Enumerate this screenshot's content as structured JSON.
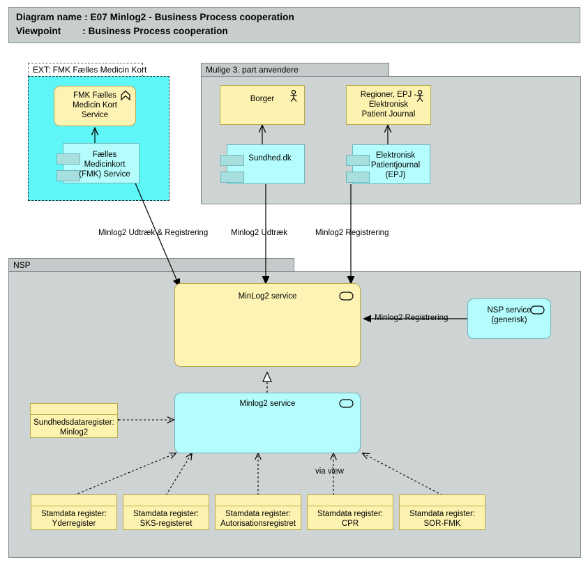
{
  "header": {
    "line1": "Diagram name : E07 Minlog2 - Business Process cooperation",
    "line2": "Viewpoint        : Business Process cooperation"
  },
  "groups": [
    {
      "id": "fmk",
      "label": "EXT: FMK Fælles Medicin Kort"
    },
    {
      "id": "third",
      "label": "Mulige 3. part anvendere"
    },
    {
      "id": "nsp",
      "label": "NSP"
    }
  ],
  "nodes": {
    "fmk_service": {
      "label": "FMK Fælles\nMedicin Kort\nService",
      "icon": "business-function-icon"
    },
    "fmk_component": {
      "label": "Fælles\nMedicinkort\n(FMK) Service",
      "icon": "component-icon"
    },
    "borger": {
      "label": "Borger",
      "icon": "actor-icon"
    },
    "regioner": {
      "label": "Regioner, EPJ -\nElektronisk\nPatient Journal",
      "icon": "actor-icon"
    },
    "sundhed": {
      "label": "Sundhed.dk",
      "icon": "component-icon"
    },
    "epj": {
      "label": "Elektronisk\nPatientjournal\n(EPJ)",
      "icon": "component-icon"
    },
    "minlog2_biz": {
      "label": "MinLog2 service",
      "icon": "service-oval-icon"
    },
    "nsp_generisk": {
      "label": "NSP service\n(generisk)",
      "icon": "service-oval-icon"
    },
    "minlog2_app": {
      "label": "Minlog2 service",
      "icon": "service-oval-icon"
    },
    "sundhedsdataregister": {
      "label": "Sundhedsdataregister: Minlog2"
    },
    "stam_yder": {
      "label": "Stamdata register:\nYderregister"
    },
    "stam_sks": {
      "label": "Stamdata register:\nSKS-registeret"
    },
    "stam_aut": {
      "label": "Stamdata register:\nAutorisationsregistret"
    },
    "stam_cpr": {
      "label": "Stamdata register:\nCPR"
    },
    "stam_sor": {
      "label": "Stamdata register:\nSOR-FMK"
    }
  },
  "connector_labels": {
    "fmk_to_minlog": "Minlog2 Udtræk & Registrering",
    "sundhed_to_minlog": "Minlog2 Udtræk",
    "epj_to_minlog": "Minlog2 Registrering",
    "nsp_to_minlog": "Minlog2 Registrering",
    "cpr_via_view": "via view"
  },
  "colors": {
    "business_yellow": "#fcf3b0",
    "business_border": "#b9a94a",
    "application_cyan": "#b5fcfc",
    "application_border": "#6fb6bd",
    "group_grey": "#ced3d4",
    "group_tab_grey": "#c5cacb",
    "title_grey": "#c8cdce",
    "external_cyan": "#5ff6f8",
    "line": "#000000"
  }
}
